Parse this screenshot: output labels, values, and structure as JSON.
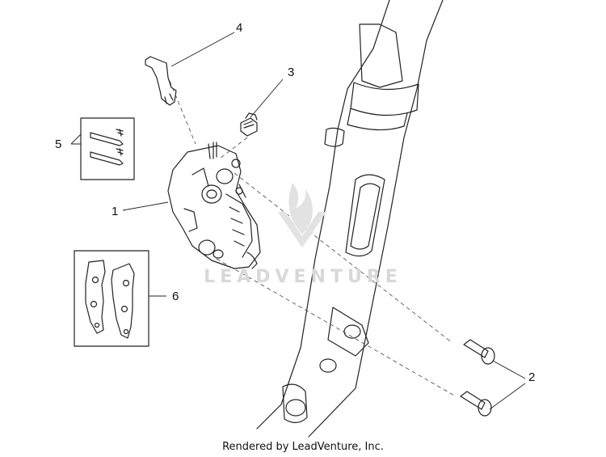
{
  "diagram": {
    "callouts": [
      "1",
      "2",
      "3",
      "4",
      "5",
      "6"
    ],
    "watermark": "LEADVENTURE",
    "footer": "Rendered by LeadVenture, Inc."
  }
}
